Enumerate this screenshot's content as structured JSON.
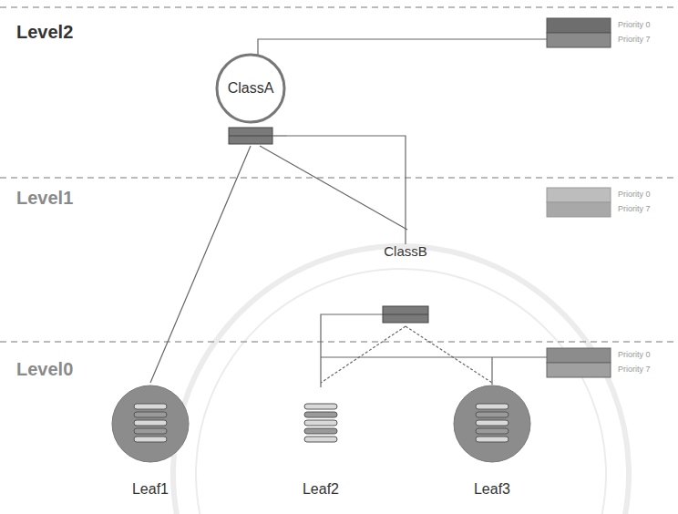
{
  "diagram": {
    "nodes": [
      {
        "text": [
          "ClassA"
        ]
      },
      {
        "text": [
          "ClassB"
        ]
      },
      {
        "text": [
          "Leaf1"
        ]
      },
      {
        "text": [
          "Leaf2"
        ]
      },
      {
        "text": [
          "Leaf3"
        ]
      }
    ],
    "edges": [
      {
        "from": 0,
        "to": 1,
        "arrow": "none"
      },
      {
        "from": 0,
        "to": 2,
        "arrow": "none"
      },
      {
        "from": 1,
        "to": 3,
        "arrow": "none"
      },
      {
        "from": 1,
        "to": 4,
        "arrow": "none"
      }
    ],
    "labels": [
      "Level2",
      "Priority 0",
      "Priority 7",
      "Level1",
      "Priority 0",
      "Priority 7",
      "Level0",
      "Priority 0",
      "Priority 7"
    ]
  }
}
